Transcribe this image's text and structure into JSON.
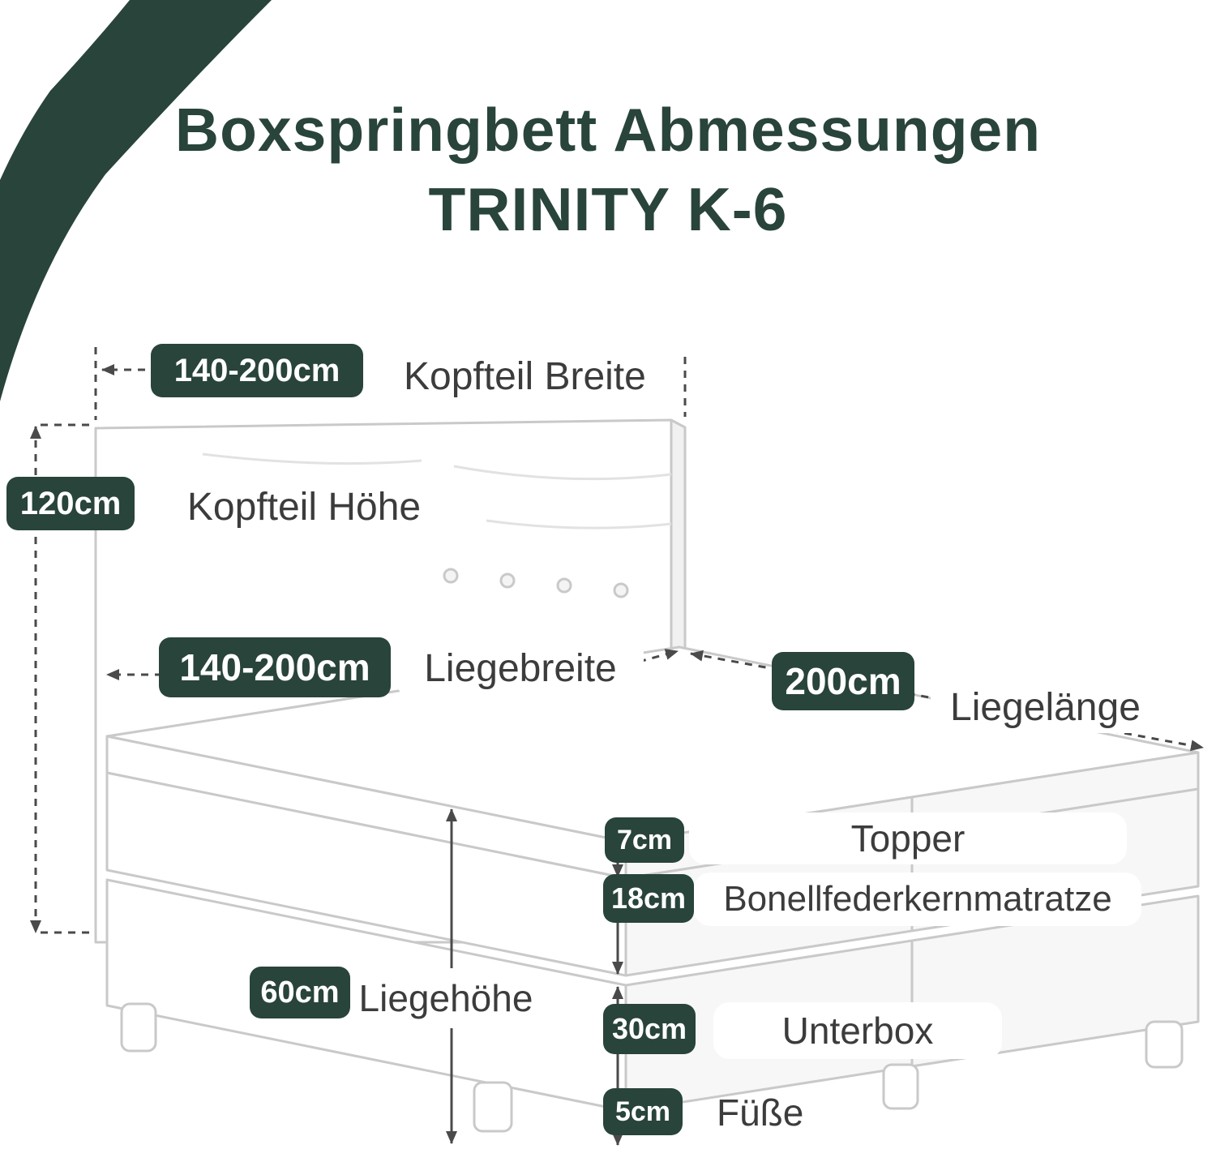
{
  "title": {
    "line1": "Boxspringbett Abmessungen",
    "line2": "TRINITY K-6"
  },
  "colors": {
    "accent": "#29443a",
    "badge_text": "#ffffff",
    "label_text": "#3c3c3c",
    "art_line": "#c9c9c9",
    "dim_line": "#4a4a4a",
    "background": "#ffffff"
  },
  "dimensions": {
    "kopfteil_breite": {
      "value": "140-200cm",
      "label": "Kopfteil Breite"
    },
    "kopfteil_hoehe": {
      "value": "120cm",
      "label": "Kopfteil Höhe"
    },
    "liegebreite": {
      "value": "140-200cm",
      "label": "Liegebreite"
    },
    "liegelaenge": {
      "value": "200cm",
      "label": "Liegelänge"
    },
    "topper": {
      "value": "7cm",
      "label": "Topper"
    },
    "matratze": {
      "value": "18cm",
      "label": "Bonellfederkernmatratze"
    },
    "liegehoehe": {
      "value": "60cm",
      "label": "Liegehöhe"
    },
    "unterbox": {
      "value": "30cm",
      "label": "Unterbox"
    },
    "fuesse": {
      "value": "5cm",
      "label": "Füße"
    }
  }
}
